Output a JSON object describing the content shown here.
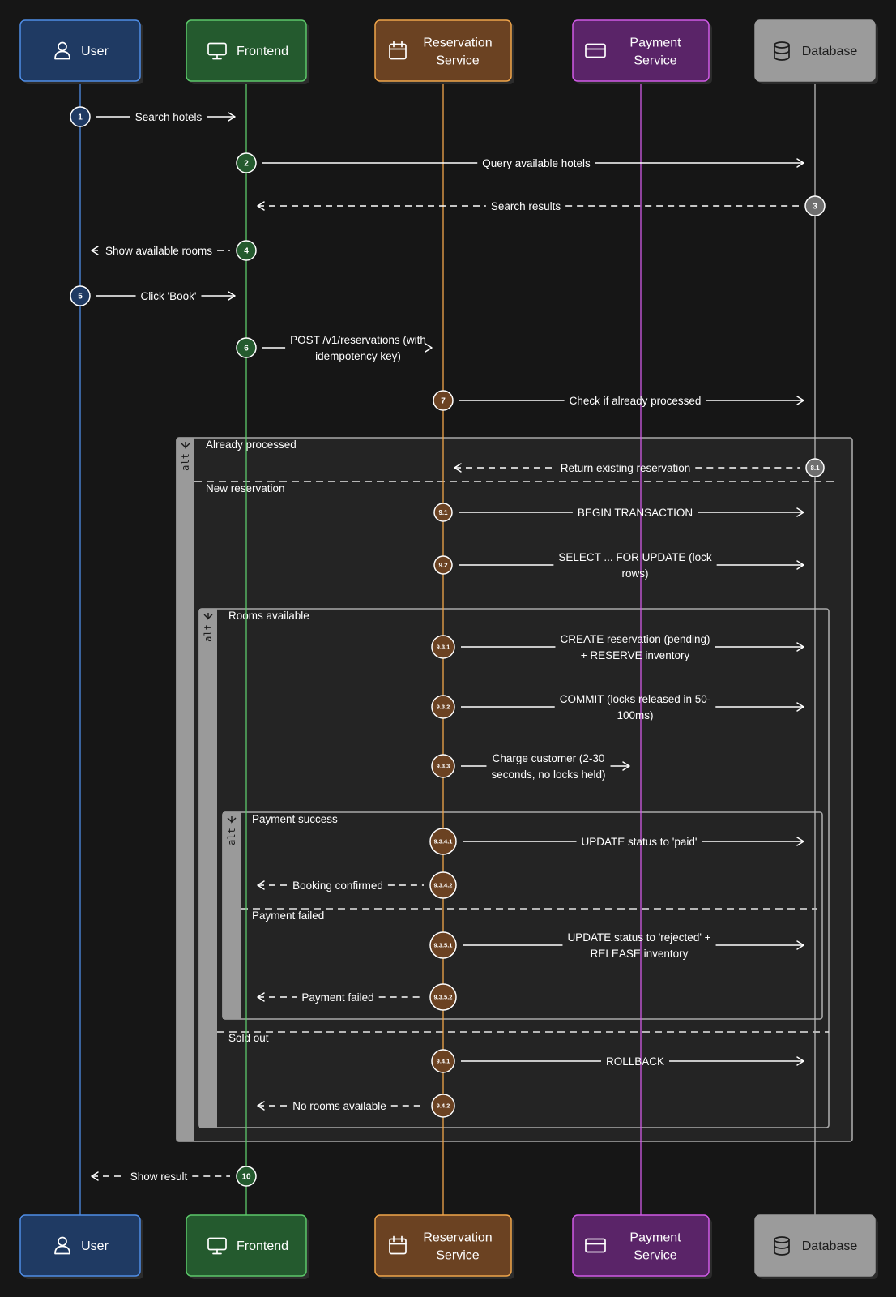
{
  "colors": {
    "background": "#161616",
    "user": {
      "fill": "#1f3a63",
      "stroke": "#4f8de6",
      "line": "#4f8de6"
    },
    "frontend": {
      "fill": "#245a2e",
      "stroke": "#5cc86a",
      "line": "#5cc86a"
    },
    "reservation": {
      "fill": "#6b4222",
      "stroke": "#f0a54a",
      "line": "#f0a54a"
    },
    "payment": {
      "fill": "#5a2468",
      "stroke": "#d05ae6",
      "line": "#d05ae6"
    },
    "database": {
      "fill": "#9b9b9b",
      "stroke": "#9b9b9b",
      "line": "#bbbbbb"
    },
    "fragment_border": "#a9a9a9",
    "fragment_tab": "#9a9a9a",
    "fragment_fill": "#242424"
  },
  "participants": [
    {
      "id": "user",
      "label": [
        "User"
      ],
      "icon": "user-icon"
    },
    {
      "id": "frontend",
      "label": [
        "Frontend"
      ],
      "icon": "monitor-icon"
    },
    {
      "id": "reservation",
      "label": [
        "Reservation",
        "Service"
      ],
      "icon": "calendar-icon"
    },
    {
      "id": "payment",
      "label": [
        "Payment",
        "Service"
      ],
      "icon": "credit-card-icon"
    },
    {
      "id": "database",
      "label": [
        "Database"
      ],
      "icon": "database-icon"
    }
  ],
  "fragments": [
    {
      "id": "outer",
      "keyword": "alt",
      "sections": [
        "Already processed",
        "New reservation"
      ]
    },
    {
      "id": "rooms",
      "keyword": "alt",
      "sections": [
        "Rooms available",
        "Sold out"
      ]
    },
    {
      "id": "payment",
      "keyword": "alt",
      "sections": [
        "Payment success",
        "Payment failed"
      ]
    }
  ],
  "messages": [
    {
      "num": "1",
      "from": "user",
      "to": "frontend",
      "label": [
        "Search hotels"
      ],
      "dashed": false
    },
    {
      "num": "2",
      "from": "frontend",
      "to": "database",
      "label": [
        "Query available hotels"
      ],
      "dashed": false
    },
    {
      "num": "3",
      "from": "database",
      "to": "frontend",
      "label": [
        "Search results"
      ],
      "dashed": true
    },
    {
      "num": "4",
      "from": "frontend",
      "to": "user",
      "label": [
        "Show available rooms"
      ],
      "dashed": true
    },
    {
      "num": "5",
      "from": "user",
      "to": "frontend",
      "label": [
        "Click 'Book'"
      ],
      "dashed": false
    },
    {
      "num": "6",
      "from": "frontend",
      "to": "reservation",
      "label": [
        "POST /v1/reservations (with",
        "idempotency key)"
      ],
      "dashed": false
    },
    {
      "num": "7",
      "from": "reservation",
      "to": "database",
      "label": [
        "Check if already processed"
      ],
      "dashed": false
    },
    {
      "num": "8.1",
      "from": "database",
      "to": "reservation",
      "label": [
        "Return existing reservation"
      ],
      "dashed": true
    },
    {
      "num": "9.1",
      "from": "reservation",
      "to": "database",
      "label": [
        "BEGIN TRANSACTION"
      ],
      "dashed": false
    },
    {
      "num": "9.2",
      "from": "reservation",
      "to": "database",
      "label": [
        "SELECT ... FOR UPDATE (lock",
        "rows)"
      ],
      "dashed": false
    },
    {
      "num": "9.3.1",
      "from": "reservation",
      "to": "database",
      "label": [
        "CREATE reservation (pending)",
        "+ RESERVE inventory"
      ],
      "dashed": false
    },
    {
      "num": "9.3.2",
      "from": "reservation",
      "to": "database",
      "label": [
        "COMMIT (locks released in 50-",
        "100ms)"
      ],
      "dashed": false
    },
    {
      "num": "9.3.3",
      "from": "reservation",
      "to": "payment",
      "label": [
        "Charge customer (2-30",
        "seconds, no locks held)"
      ],
      "dashed": false
    },
    {
      "num": "9.3.4.1",
      "from": "reservation",
      "to": "database",
      "label": [
        "UPDATE status to 'paid'"
      ],
      "dashed": false
    },
    {
      "num": "9.3.4.2",
      "from": "reservation",
      "to": "frontend",
      "label": [
        "Booking confirmed"
      ],
      "dashed": true
    },
    {
      "num": "9.3.5.1",
      "from": "reservation",
      "to": "database",
      "label": [
        "UPDATE status to 'rejected' +",
        "RELEASE inventory"
      ],
      "dashed": false
    },
    {
      "num": "9.3.5.2",
      "from": "reservation",
      "to": "frontend",
      "label": [
        "Payment failed"
      ],
      "dashed": true
    },
    {
      "num": "9.4.1",
      "from": "reservation",
      "to": "database",
      "label": [
        "ROLLBACK"
      ],
      "dashed": false
    },
    {
      "num": "9.4.2",
      "from": "reservation",
      "to": "frontend",
      "label": [
        "No rooms available"
      ],
      "dashed": true
    },
    {
      "num": "10",
      "from": "frontend",
      "to": "user",
      "label": [
        "Show result"
      ],
      "dashed": true
    }
  ]
}
